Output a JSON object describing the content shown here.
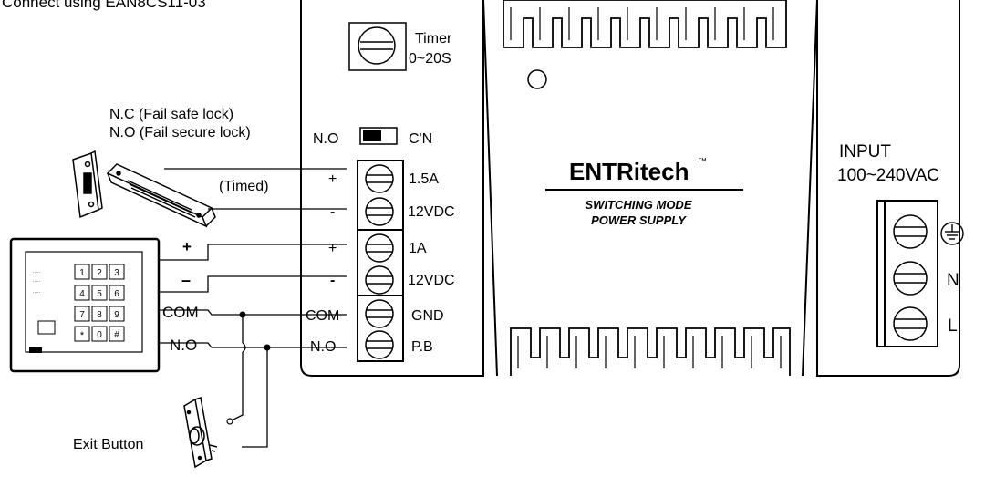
{
  "header": {
    "text": "Connect using EAN8CS11-03"
  },
  "timer": {
    "line1": "Timer",
    "line2": "0~20S"
  },
  "left": {
    "lock_modes": [
      "N.C (Fail safe lock)",
      "N.O (Fail secure lock)"
    ],
    "timed": "(Timed)",
    "keypad_plus": "+",
    "keypad_minus": "–",
    "keypad_com": "COM",
    "keypad_no": "N.O",
    "exit_button": "Exit Button"
  },
  "keypad": {
    "keys": [
      "1",
      "2",
      "3",
      "4",
      "5",
      "6",
      "7",
      "8",
      "9",
      "*",
      "0",
      "#"
    ]
  },
  "terminal_block": {
    "switch_left": "N.O",
    "switch_right": "C'N",
    "rows": [
      {
        "left": "+",
        "right": "1.5A"
      },
      {
        "left": "-",
        "right": "12VDC"
      },
      {
        "left": "+",
        "right": "1A"
      },
      {
        "left": "-",
        "right": "12VDC"
      },
      {
        "left": "COM",
        "right": "GND"
      },
      {
        "left": "N.O",
        "right": "P.B"
      }
    ]
  },
  "brand": {
    "name_bold": "ENT",
    "name_rest": "Ritech",
    "tm": "™",
    "line1": "SWITCHING MODE",
    "line2": "POWER SUPPLY"
  },
  "input": {
    "title": "INPUT",
    "voltage": "100~240VAC",
    "ground_icon": "ground-icon",
    "n": "N",
    "l": "L"
  }
}
